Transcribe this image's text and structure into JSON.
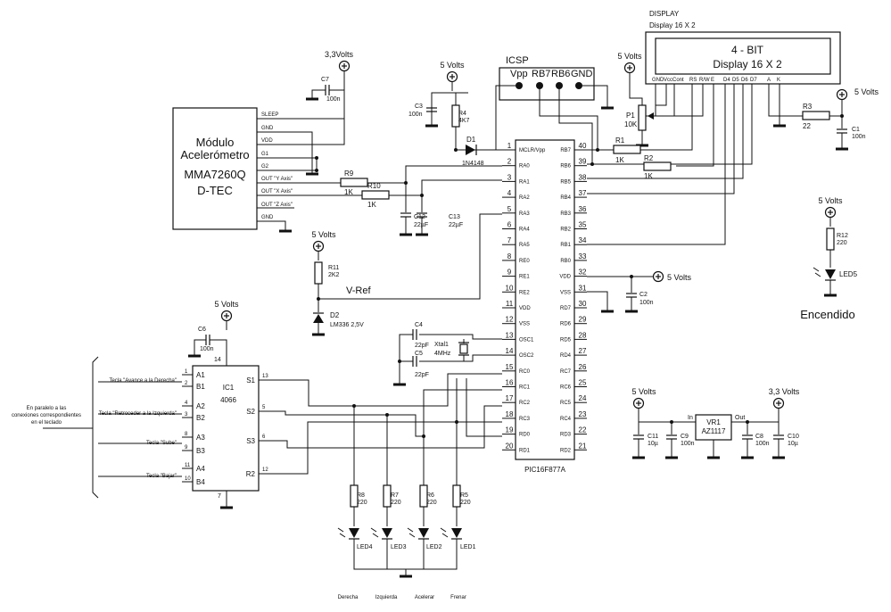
{
  "display": {
    "title": "DISPLAY",
    "subtitle": "Display 16 X 2",
    "line1": "4 - BIT",
    "line2": "Display 16 X 2",
    "pins": [
      "GND",
      "Vcc",
      "Cont",
      "RS",
      "R/W",
      "E",
      "D4",
      "D5",
      "D6",
      "D7",
      "A",
      "K"
    ]
  },
  "icsp": {
    "title": "ICSP",
    "pins": [
      "Vpp",
      "RB7",
      "RB6",
      "GND"
    ]
  },
  "module": {
    "line1": "Módulo",
    "line2": "Acelerómetro",
    "line3": "MMA7260Q",
    "line4": "D-TEC",
    "pins": [
      "SLEEP",
      "GND",
      "VDD",
      "G1",
      "G2",
      "OUT \"Y Axis\"",
      "OUT \"X Axis\"",
      "OUT \"Z Axis\"",
      "GND"
    ]
  },
  "pic": {
    "name": "PIC16F877A",
    "left_pins": [
      {
        "num": "1",
        "label": "MCLR/Vpp"
      },
      {
        "num": "2",
        "label": "RA0"
      },
      {
        "num": "3",
        "label": "RA1"
      },
      {
        "num": "4",
        "label": "RA2"
      },
      {
        "num": "5",
        "label": "RA3"
      },
      {
        "num": "6",
        "label": "RA4"
      },
      {
        "num": "7",
        "label": "RA5"
      },
      {
        "num": "8",
        "label": "RE0"
      },
      {
        "num": "9",
        "label": "RE1"
      },
      {
        "num": "10",
        "label": "RE2"
      },
      {
        "num": "11",
        "label": "VDD"
      },
      {
        "num": "12",
        "label": "VSS"
      },
      {
        "num": "13",
        "label": "OSC1"
      },
      {
        "num": "14",
        "label": "OSC2"
      },
      {
        "num": "15",
        "label": "RC0"
      },
      {
        "num": "16",
        "label": "RC1"
      },
      {
        "num": "17",
        "label": "RC2"
      },
      {
        "num": "18",
        "label": "RC3"
      },
      {
        "num": "19",
        "label": "RD0"
      },
      {
        "num": "20",
        "label": "RD1"
      }
    ],
    "right_pins": [
      {
        "num": "40",
        "label": "RB7"
      },
      {
        "num": "39",
        "label": "RB6"
      },
      {
        "num": "38",
        "label": "RB5"
      },
      {
        "num": "37",
        "label": "RB4"
      },
      {
        "num": "36",
        "label": "RB3"
      },
      {
        "num": "35",
        "label": "RB2"
      },
      {
        "num": "34",
        "label": "RB1"
      },
      {
        "num": "33",
        "label": "RB0"
      },
      {
        "num": "32",
        "label": "VDD"
      },
      {
        "num": "31",
        "label": "VSS"
      },
      {
        "num": "30",
        "label": "RD7"
      },
      {
        "num": "29",
        "label": "RD6"
      },
      {
        "num": "28",
        "label": "RD5"
      },
      {
        "num": "27",
        "label": "RD4"
      },
      {
        "num": "26",
        "label": "RC7"
      },
      {
        "num": "25",
        "label": "RC6"
      },
      {
        "num": "24",
        "label": "RC5"
      },
      {
        "num": "23",
        "label": "RC4"
      },
      {
        "num": "22",
        "label": "RD3"
      },
      {
        "num": "21",
        "label": "RD2"
      }
    ]
  },
  "ic1": {
    "name": "IC1",
    "part": "4066",
    "left_pins": [
      {
        "num": "1",
        "label": "A1"
      },
      {
        "num": "2",
        "label": "B1"
      },
      {
        "num": "4",
        "label": "A2"
      },
      {
        "num": "3",
        "label": "B2"
      },
      {
        "num": "8",
        "label": "A3"
      },
      {
        "num": "9",
        "label": "B3"
      },
      {
        "num": "11",
        "label": "A4"
      },
      {
        "num": "10",
        "label": "B4"
      }
    ],
    "right_pins": [
      {
        "num": "13",
        "label": "S1"
      },
      {
        "num": "5",
        "label": "S2"
      },
      {
        "num": "6",
        "label": "S3"
      },
      {
        "num": "12",
        "label": "R2"
      }
    ],
    "pin14": "14",
    "pin7": "7"
  },
  "keys": {
    "k1": "Tecla \"Avance a la Derecha\"",
    "k2": "Tecla \"Retroceder a la Izquierda\"",
    "k3": "Tecla \"Sube\"",
    "k4": "Tecla \"Bajar\"",
    "note1": "En paralelo a las",
    "note2": "conexiones correspondientes",
    "note3": "en el teclado"
  },
  "power": {
    "v5": "5 Volts",
    "v33_top": "3,3Volts",
    "v33": "3,3 Volts",
    "vref": "V-Ref",
    "encendido": "Encendido"
  },
  "components": {
    "C7": [
      "C7",
      "100n"
    ],
    "C3": [
      "C3",
      "100n"
    ],
    "R4": [
      "R4",
      "4K7"
    ],
    "D1": [
      "D1",
      "1N4148"
    ],
    "R9": [
      "R9",
      "1K"
    ],
    "R10": [
      "R10",
      "1K"
    ],
    "C12": [
      "C12",
      "22µF"
    ],
    "C13": [
      "C13",
      "22µF"
    ],
    "R11": [
      "R11",
      "2K2"
    ],
    "D2": [
      "D2",
      "LM336 2,5V"
    ],
    "C6": [
      "C6",
      "100n"
    ],
    "C4": [
      "C4",
      "22pF"
    ],
    "C5": [
      "C5",
      "22pF"
    ],
    "Xtal": [
      "Xtal1",
      "4MHz"
    ],
    "P1": [
      "P1",
      "10K"
    ],
    "R1": [
      "R1",
      "1K"
    ],
    "R2": [
      "R2",
      "1K"
    ],
    "R3": [
      "R3",
      "22"
    ],
    "C1": [
      "C1",
      "100n"
    ],
    "C2": [
      "C2",
      "100n"
    ],
    "R12": [
      "R12",
      "220"
    ],
    "LED5": "LED5",
    "VR1": [
      "VR1",
      "AZ1117"
    ],
    "reg_in": "In",
    "reg_out": "Out",
    "C11": [
      "C11",
      "10µ"
    ],
    "C9": [
      "C9",
      "100n"
    ],
    "C8": [
      "C8",
      "100n"
    ],
    "C10": [
      "C10",
      "10µ"
    ],
    "R8": [
      "R8",
      "220"
    ],
    "R7": [
      "R7",
      "220"
    ],
    "R6": [
      "R6",
      "220"
    ],
    "R5": [
      "R5",
      "220"
    ],
    "LED4": "LED4",
    "LED3": "LED3",
    "LED2": "LED2",
    "LED1": "LED1"
  },
  "led_captions": [
    "Derecha",
    "Izquierda",
    "Acelerar",
    "Frenar"
  ]
}
